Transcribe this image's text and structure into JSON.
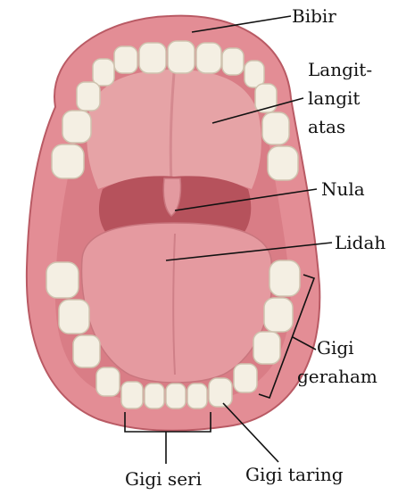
{
  "labels": {
    "bibir": "Bibir",
    "langit_line1": "Langit-",
    "langit_line2": "langit",
    "langit_line3": "atas",
    "nula": "Nula",
    "lidah": "Lidah",
    "geraham_line1": "Gigi",
    "geraham_line2": "geraham",
    "seri": "Gigi seri",
    "taring": "Gigi taring"
  },
  "colors": {
    "lip": "#e38d95",
    "lip_dark": "#c9646f",
    "palate": "#e6a3a6",
    "throat": "#b6525c",
    "tongue": "#e59aa0",
    "tooth": "#f4efe3",
    "tooth_shadow": "#cfc4b0",
    "leader": "#111111"
  }
}
